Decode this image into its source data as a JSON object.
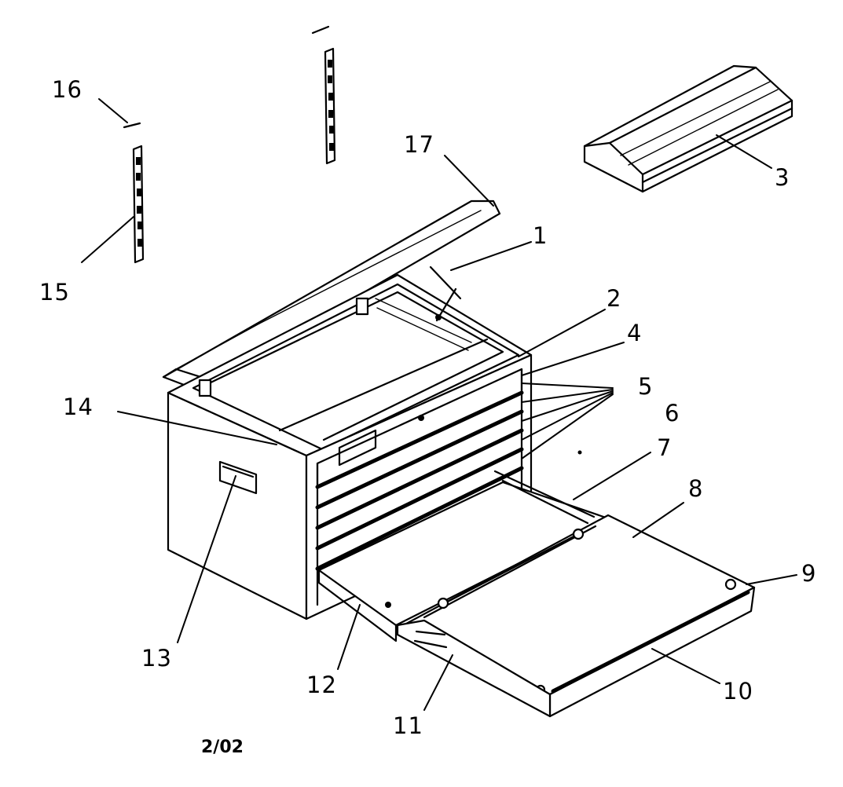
{
  "labels": {
    "p1": "1",
    "p2": "2",
    "p3": "3",
    "p4": "4",
    "p5": "5",
    "p6": "6",
    "p7": "7",
    "p8": "8",
    "p9": "9",
    "p10": "10",
    "p11": "11",
    "p12": "12",
    "p13": "13",
    "p14": "14",
    "p15": "15",
    "p16": "16",
    "p17": "17"
  },
  "footer": {
    "date": "2/02"
  }
}
